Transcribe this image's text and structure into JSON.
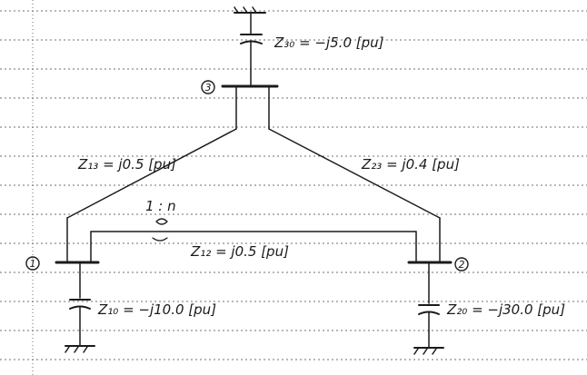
{
  "labels": {
    "z30": "Z₃₀ = −j5.0 [pu]",
    "z13": "Z₁₃ = j0.5 [pu]",
    "z23": "Z₂₃ = j0.4 [pu]",
    "z12": "Z₁₂ = j0.5 [pu]",
    "z10": "Z₁₀ = −j10.0 [pu]",
    "z20": "Z₂₀ = −j30.0 [pu]",
    "ratio": "1 : n"
  },
  "buses": {
    "bus1": "1",
    "bus2": "2",
    "bus3": "3"
  },
  "colors": {
    "ink": "#1b1b1b",
    "paper": "#ffffff",
    "rule": "#6f6f6f"
  }
}
